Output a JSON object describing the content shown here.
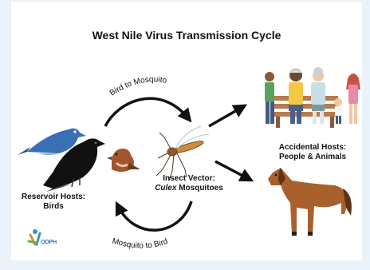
{
  "title": "West Nile Virus Transmission Cycle",
  "arrows": {
    "top": "Bird to Mosquito",
    "bottom": "Mosquito to Bird"
  },
  "accidental_hosts": {
    "title": "Accidental Hosts:",
    "subtitle": "People & Animals"
  },
  "insect_vector": {
    "title": "Insect Vector:",
    "genus": "Culex",
    "rest": " Mosquitoes"
  },
  "reservoir_hosts": {
    "title": "Reservoir Hosts:",
    "subtitle": "Birds"
  },
  "logo": {
    "text": "ODPH"
  },
  "colors": {
    "background": "#eaf3fa",
    "card": "#ffffff",
    "arrow": "#111111",
    "blue_bird": "#3a6fb5",
    "horse": "#a8612d",
    "mosquito": "#d08a3c"
  }
}
